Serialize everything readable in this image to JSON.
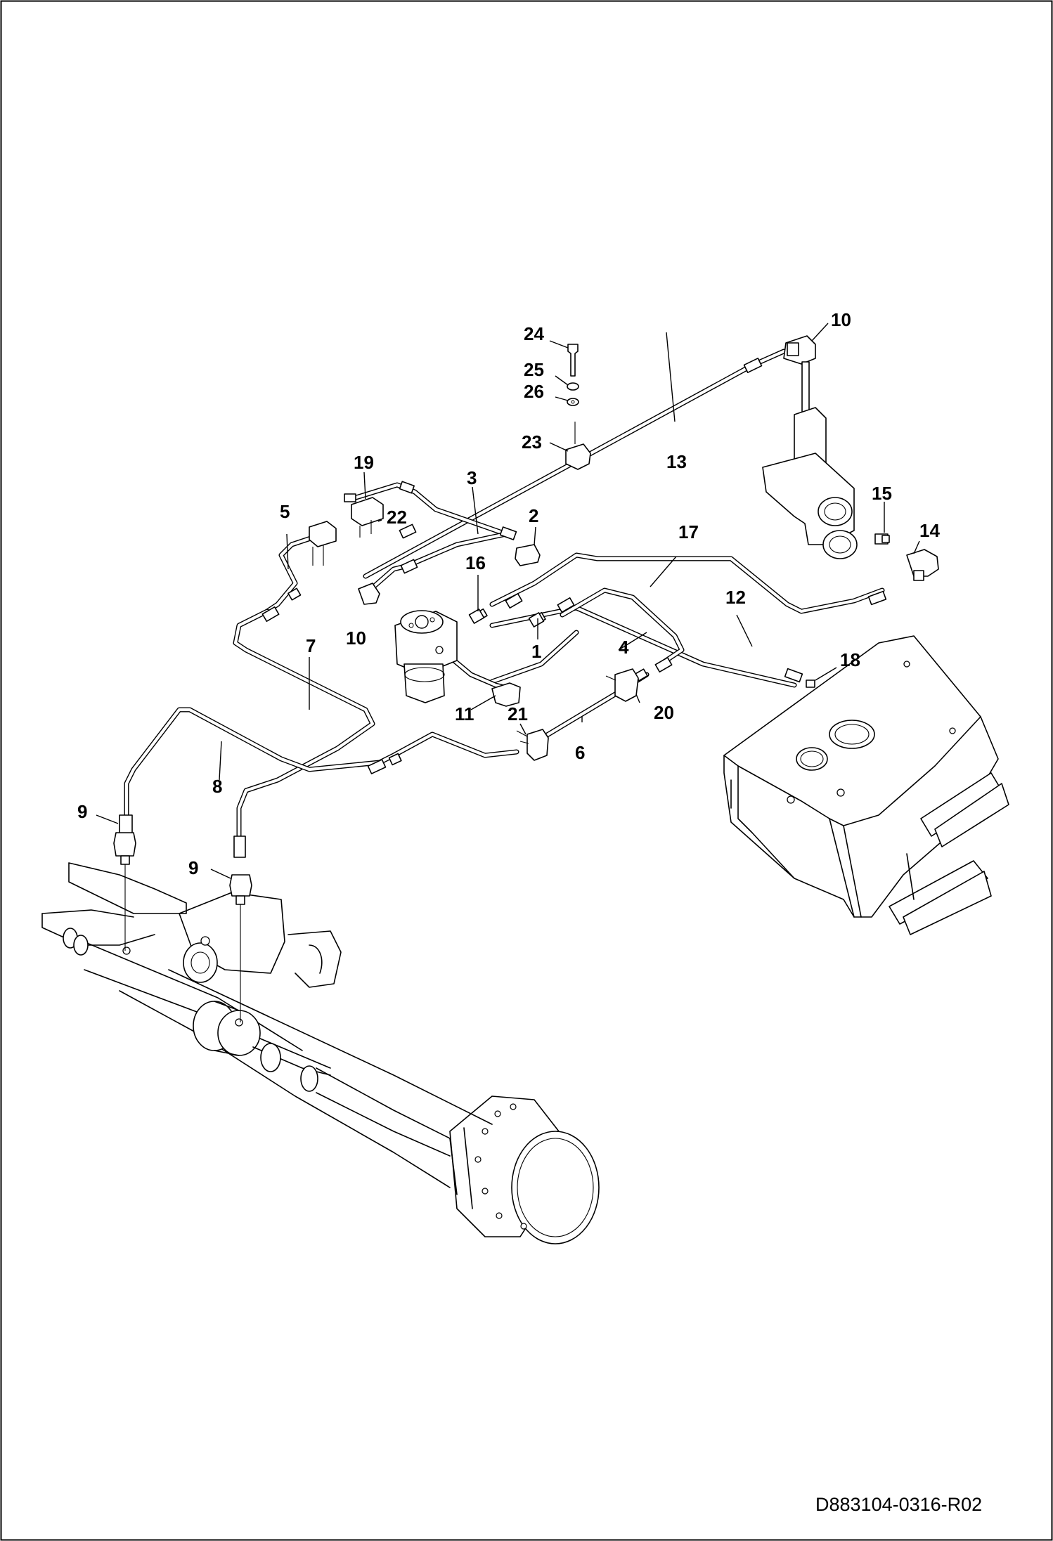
{
  "drawing": {
    "document_number": "D883104-0316-R02",
    "callouts": [
      "1",
      "2",
      "3",
      "4",
      "5",
      "6",
      "7",
      "8",
      "9",
      "9",
      "10",
      "10",
      "11",
      "12",
      "13",
      "14",
      "15",
      "16",
      "17",
      "18",
      "19",
      "20",
      "21",
      "22",
      "23",
      "24",
      "25",
      "26"
    ]
  }
}
